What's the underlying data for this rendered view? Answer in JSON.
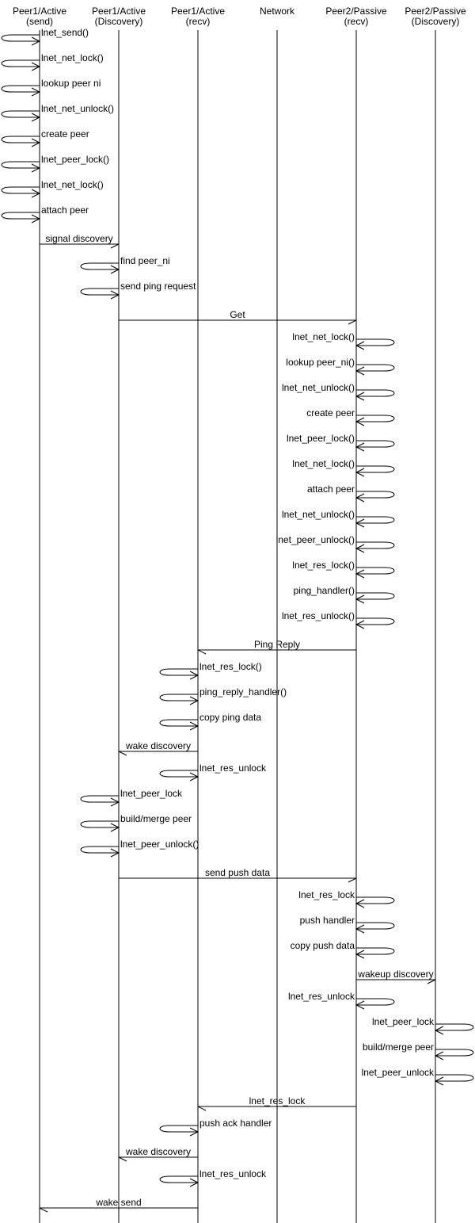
{
  "participants": [
    {
      "line1": "Peer1/Active",
      "line2": "(send)"
    },
    {
      "line1": "Peer1/Active",
      "line2": "(Discovery)"
    },
    {
      "line1": "Peer1/Active",
      "line2": "(recv)"
    },
    {
      "line1": "Network",
      "line2": ""
    },
    {
      "line1": "Peer2/Passive",
      "line2": "(recv)"
    },
    {
      "line1": "Peer2/Passive",
      "line2": "(Discovery)"
    }
  ],
  "messages": [
    {
      "from": 0,
      "to": 0,
      "label": "lnet_send()"
    },
    {
      "from": 0,
      "to": 0,
      "label": "lnet_net_lock()"
    },
    {
      "from": 0,
      "to": 0,
      "label": "lookup peer ni"
    },
    {
      "from": 0,
      "to": 0,
      "label": "lnet_net_unlock()"
    },
    {
      "from": 0,
      "to": 0,
      "label": "create peer"
    },
    {
      "from": 0,
      "to": 0,
      "label": "lnet_peer_lock()"
    },
    {
      "from": 0,
      "to": 0,
      "label": "lnet_net_lock()"
    },
    {
      "from": 0,
      "to": 0,
      "label": "attach peer"
    },
    {
      "from": 0,
      "to": 1,
      "label": "signal discovery"
    },
    {
      "from": 1,
      "to": 1,
      "label": "find peer_ni"
    },
    {
      "from": 1,
      "to": 1,
      "label": "send ping request"
    },
    {
      "from": 1,
      "to": 4,
      "label": "Get"
    },
    {
      "from": 4,
      "to": 4,
      "label": "lnet_net_lock()"
    },
    {
      "from": 4,
      "to": 4,
      "label": "lookup peer_ni()"
    },
    {
      "from": 4,
      "to": 4,
      "label": "lnet_net_unlock()"
    },
    {
      "from": 4,
      "to": 4,
      "label": "create peer"
    },
    {
      "from": 4,
      "to": 4,
      "label": "lnet_peer_lock()"
    },
    {
      "from": 4,
      "to": 4,
      "label": "lnet_net_lock()"
    },
    {
      "from": 4,
      "to": 4,
      "label": "attach peer"
    },
    {
      "from": 4,
      "to": 4,
      "label": "lnet_net_unlock()"
    },
    {
      "from": 4,
      "to": 4,
      "label": "lnet_peer_unlock()"
    },
    {
      "from": 4,
      "to": 4,
      "label": "lnet_res_lock()"
    },
    {
      "from": 4,
      "to": 4,
      "label": "ping_handler()"
    },
    {
      "from": 4,
      "to": 4,
      "label": "lnet_res_unlock()"
    },
    {
      "from": 4,
      "to": 2,
      "label": "Ping Reply"
    },
    {
      "from": 2,
      "to": 2,
      "label": "lnet_res_lock()"
    },
    {
      "from": 2,
      "to": 2,
      "label": "ping_reply_handler()"
    },
    {
      "from": 2,
      "to": 2,
      "label": "copy ping data"
    },
    {
      "from": 2,
      "to": 1,
      "label": "wake discovery"
    },
    {
      "from": 2,
      "to": 2,
      "label": "lnet_res_unlock"
    },
    {
      "from": 1,
      "to": 1,
      "label": "lnet_peer_lock"
    },
    {
      "from": 1,
      "to": 1,
      "label": "build/merge peer"
    },
    {
      "from": 1,
      "to": 1,
      "label": "lnet_peer_unlock()"
    },
    {
      "from": 1,
      "to": 4,
      "label": "send push data"
    },
    {
      "from": 4,
      "to": 4,
      "label": "lnet_res_lock"
    },
    {
      "from": 4,
      "to": 4,
      "label": "push handler"
    },
    {
      "from": 4,
      "to": 4,
      "label": "copy push data"
    },
    {
      "from": 4,
      "to": 5,
      "label": "wakeup discovery"
    },
    {
      "from": 4,
      "to": 4,
      "label": "lnet_res_unlock"
    },
    {
      "from": 5,
      "to": 5,
      "label": "lnet_peer_lock"
    },
    {
      "from": 5,
      "to": 5,
      "label": "build/merge peer"
    },
    {
      "from": 5,
      "to": 5,
      "label": "lnet_peer_unlock"
    },
    {
      "from": 4,
      "to": 2,
      "label": "lnet_res_lock"
    },
    {
      "from": 2,
      "to": 2,
      "label": "push ack handler"
    },
    {
      "from": 2,
      "to": 1,
      "label": "wake discovery"
    },
    {
      "from": 2,
      "to": 2,
      "label": "lnet_res_unlock"
    },
    {
      "from": 2,
      "to": 0,
      "label": "wake send"
    }
  ]
}
